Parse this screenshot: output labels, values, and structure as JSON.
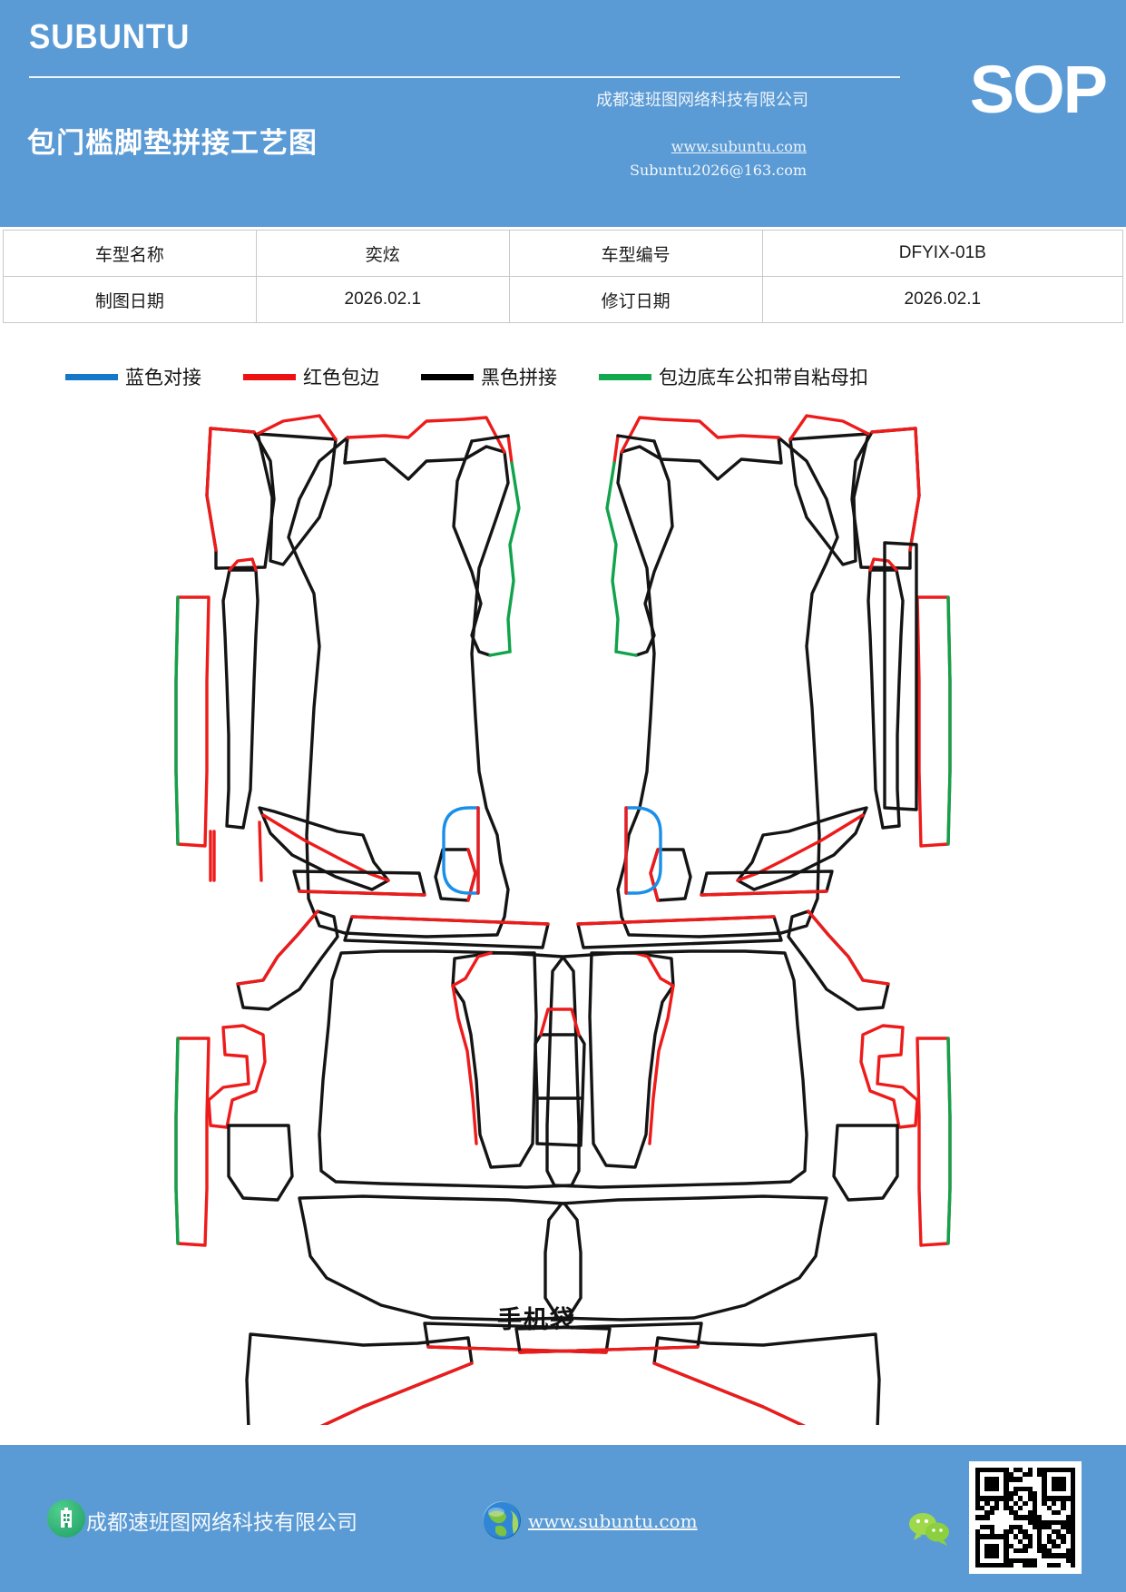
{
  "header": {
    "brand": "SUBUNTU",
    "doc_title": "包门槛脚垫拼接工艺图",
    "company": "成都速班图网络科技有限公司",
    "url": "www.subuntu.com",
    "email": "Subuntu2026@163.com",
    "sop": "SOP",
    "bg_color": "#5b9bd5"
  },
  "info_table": {
    "rows": [
      {
        "label1": "车型名称",
        "value1": "奕炫",
        "label2": "车型编号",
        "value2": "DFYIX-01B"
      },
      {
        "label1": "制图日期",
        "value1": "2026.02.1",
        "label2": "修订日期",
        "value2": "2026.02.1"
      }
    ]
  },
  "legend": {
    "items": [
      {
        "label": "蓝色对接",
        "color": "#1577c8"
      },
      {
        "label": "红色包边",
        "color": "#ee1111"
      },
      {
        "label": "黑色拼接",
        "color": "#000000"
      },
      {
        "label": "包边底车公扣带自粘母扣",
        "color": "#12a84e"
      }
    ]
  },
  "drawing": {
    "pocket_label": "手机袋",
    "stroke_colors": {
      "black": "#141414",
      "red": "#ee1b1b",
      "green": "#10a34b",
      "blue": "#1a8fe8"
    }
  },
  "footer": {
    "company": "成都速班图网络科技有限公司",
    "url": "www.subuntu.com",
    "icons": {
      "building": "building-icon",
      "globe": "globe-icon",
      "wechat": "wechat-icon",
      "qr": "qr-code"
    },
    "bg_color": "#5b9bd5"
  }
}
